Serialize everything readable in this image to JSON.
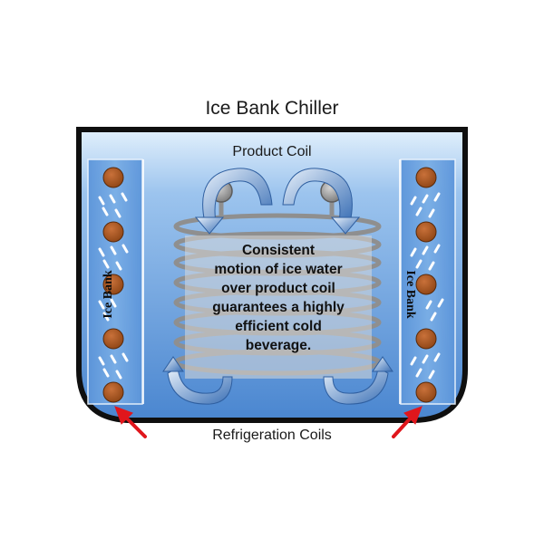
{
  "diagram": {
    "title": "Ice  Bank Chiller",
    "product_coil_label": "Product  Coil",
    "refrigeration_coils_label": "Refrigeration Coils",
    "ice_bank_left": "Ice Bank",
    "ice_bank_right": "Ice Bank",
    "caption_lines": [
      "Consistent",
      "motion of ice water",
      "over product  coil",
      "guarantees a highly",
      "efficient cold",
      "beverage."
    ]
  },
  "colors": {
    "tank_outline": "#0f0f0f",
    "water_top": "#dfeefb",
    "water_bottom": "#4a86d0",
    "refrigeration_coil": "#a5531d",
    "pointer_arrow": "#e0161c",
    "flow_arrow": "#2f5fa0"
  }
}
